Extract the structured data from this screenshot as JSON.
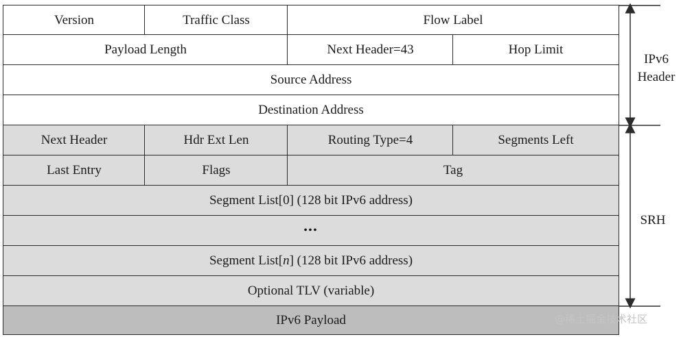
{
  "ipv6_header": {
    "row1": {
      "version": "Version",
      "traffic_class": "Traffic Class",
      "flow_label": "Flow Label"
    },
    "row2": {
      "payload_length": "Payload Length",
      "next_header": "Next Header=43",
      "hop_limit": "Hop Limit"
    },
    "source_address": "Source Address",
    "destination_address": "Destination Address"
  },
  "srh": {
    "row1": {
      "next_header": "Next Header",
      "hdr_ext_len": "Hdr Ext Len",
      "routing_type": "Routing Type=4",
      "segments_left": "Segments Left"
    },
    "row2": {
      "last_entry": "Last Entry",
      "flags": "Flags",
      "tag": "Tag"
    },
    "segment_list_0_prefix": "Segment List[0] (128 bit IPv6 address)",
    "ellipsis": "•••",
    "segment_list_n_pre": "Segment List[",
    "segment_list_n_var": "n",
    "segment_list_n_post": "] (128 bit IPv6 address)",
    "optional_tlv": "Optional TLV (variable)"
  },
  "payload": "IPv6 Payload",
  "labels": {
    "ipv6_line1": "IPv6",
    "ipv6_line2": "Header",
    "srh": "SRH"
  },
  "watermark": "@稀土掘金技术社区",
  "colors": {
    "header_bg": "#ffffff",
    "srh_bg": "#dcdcdc",
    "payload_bg": "#bdbdbd",
    "line": "#2b2b2b"
  }
}
